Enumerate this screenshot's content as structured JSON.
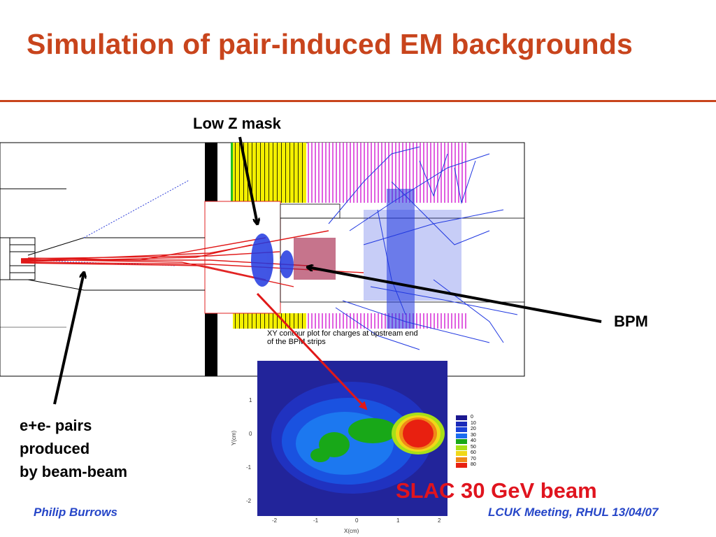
{
  "slide": {
    "title": "Simulation of pair-induced EM backgrounds",
    "labels": {
      "mask": "Low Z mask",
      "bpm": "BPM",
      "pairs": [
        "e+e- pairs",
        "produced",
        "by beam-beam"
      ],
      "beam": "SLAC 30 GeV beam"
    },
    "caption": [
      "XY contour plot for charges at upstream end",
      "of the BPM strips"
    ],
    "footer": {
      "left": "Philip Burrows",
      "right": "LCUK Meeting, RHUL 13/04/07"
    }
  },
  "contour_plot": {
    "xlabel": "X(cm)",
    "ylabel": "Y(cm)",
    "xticks": [
      "-2",
      "-1",
      "0",
      "1",
      "2"
    ],
    "yticks": [
      "1",
      "0",
      "-1",
      "-2"
    ],
    "legend": [
      "0",
      "10",
      "20",
      "30",
      "40",
      "50",
      "60",
      "70",
      "80"
    ],
    "legend_colors": [
      "#1c1890",
      "#1a2ab8",
      "#1a40d8",
      "#1c6cf0",
      "#18a818",
      "#a8e018",
      "#f0d818",
      "#f08818",
      "#e82010"
    ]
  }
}
